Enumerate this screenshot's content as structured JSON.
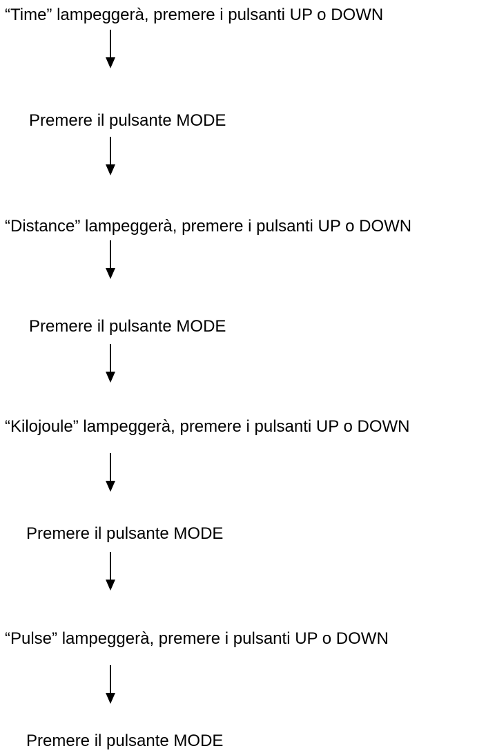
{
  "steps": [
    "“Time” lampeggerà, premere i pulsanti UP o DOWN",
    "Premere il pulsante MODE",
    "“Distance” lampeggerà, premere i pulsanti UP o DOWN",
    "Premere il pulsante MODE",
    "“Kilojoule” lampeggerà, premere i pulsanti UP o DOWN",
    "Premere il pulsante MODE",
    "“Pulse” lampeggerà, premere i pulsanti UP o DOWN",
    "Premere il pulsante MODE"
  ],
  "colors": {
    "text": "#000000",
    "arrow": "#000000"
  },
  "icons": {
    "connector": "arrow-down-icon"
  }
}
